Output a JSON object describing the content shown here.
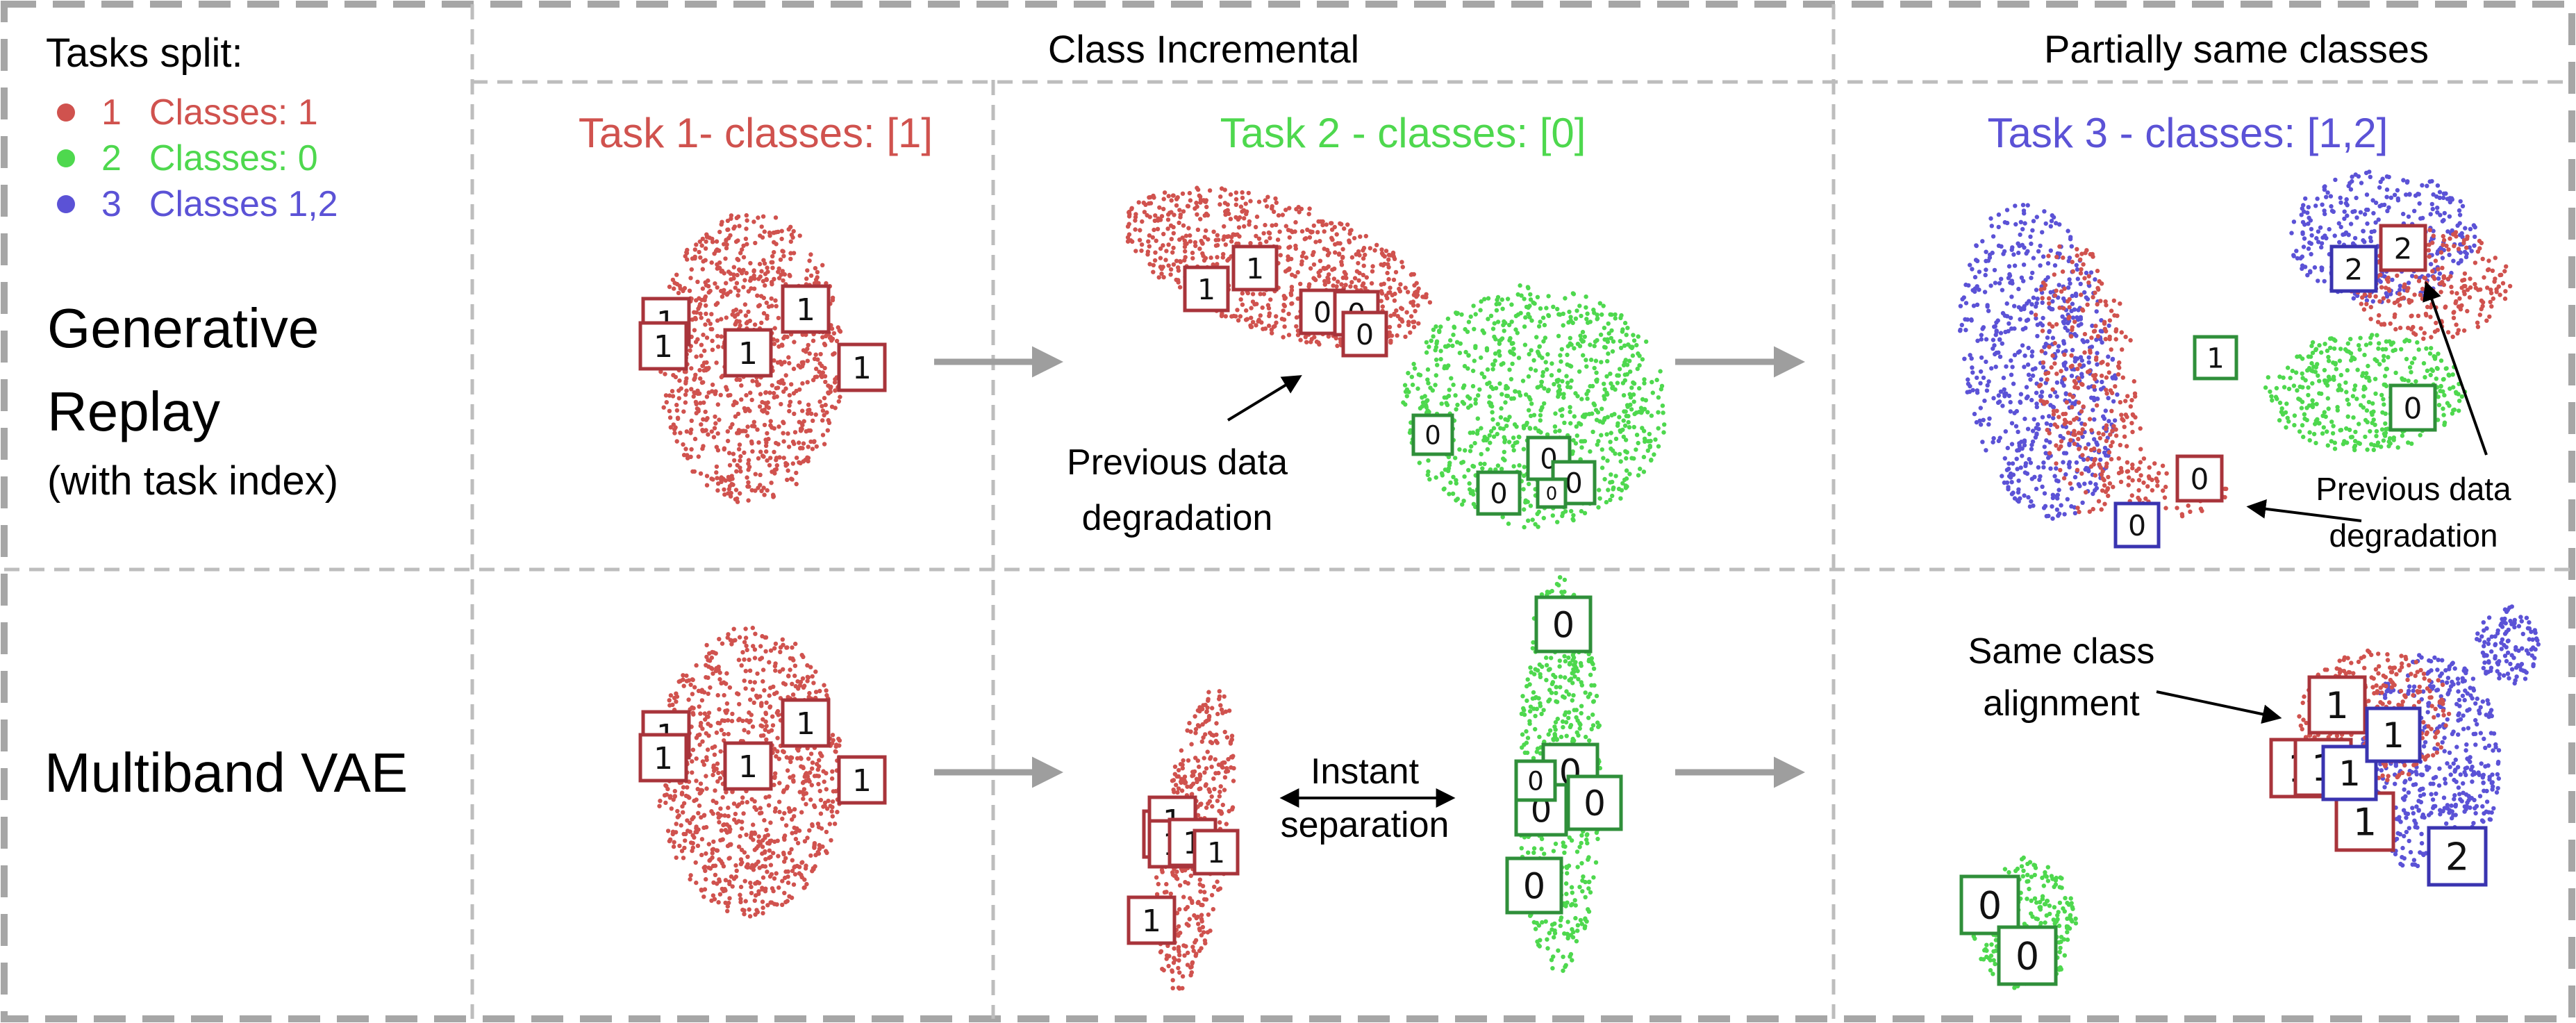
{
  "colors": {
    "red": "#d0524e",
    "green": "#4ed84e",
    "blue": "#5b52d6",
    "arrow": "#9e9e9e",
    "dash": "#bdbdbd",
    "frame_red": "#a8343b",
    "frame_green": "#2f8f3a",
    "frame_blue": "#3a34b0"
  },
  "legend": {
    "title": "Tasks split:",
    "items": [
      {
        "num": "1",
        "label": "Classes: 1",
        "color": "#d0524e"
      },
      {
        "num": "2",
        "label": "Classes: 0",
        "color": "#4ed84e"
      },
      {
        "num": "3",
        "label": "Classes 1,2",
        "color": "#5b52d6"
      }
    ]
  },
  "headers": {
    "class_incremental": "Class Incremental",
    "partially_same": "Partially same classes"
  },
  "tasks": {
    "task1": "Task 1- classes: [1]",
    "task2": "Task 2 - classes: [0]",
    "task3": "Task 3 - classes: [1,2]"
  },
  "rows": {
    "generative": {
      "line1": "Generative",
      "line2": "Replay",
      "line3": "(with task index)"
    },
    "multiband": "Multiband VAE"
  },
  "annotations": {
    "prev_degradation_mid": {
      "line1": "Previous data",
      "line2": "degradation"
    },
    "prev_degradation_right": {
      "line1": "Previous data",
      "line2": "degradation"
    },
    "instant": {
      "line1": "Instant",
      "line2": "separation"
    },
    "same_class": {
      "line1": "Same class",
      "line2": "alignment"
    }
  },
  "digits": {
    "r1c1": [
      "1",
      "1",
      "1",
      "1",
      "1"
    ],
    "r1c2_red": [
      "1",
      "1",
      "0",
      "0",
      "0"
    ],
    "r1c2_green": [
      "0",
      "0",
      "0",
      "0",
      "0"
    ],
    "r1c3": [
      "2",
      "2",
      "1",
      "0",
      "0",
      "0"
    ],
    "r2c1": [
      "1",
      "1",
      "1",
      "1",
      "1"
    ],
    "r2c2_red": [
      "1",
      "1",
      "1",
      "1",
      "1",
      "1"
    ],
    "r2c2_green": [
      "0",
      "0",
      "0",
      "0",
      "0",
      "0"
    ],
    "r2c3_red": [
      "1",
      "1",
      "1",
      "1"
    ],
    "r2c3_blue": [
      "1",
      "1",
      "2"
    ],
    "r2c3_green": [
      "0",
      "0"
    ]
  }
}
